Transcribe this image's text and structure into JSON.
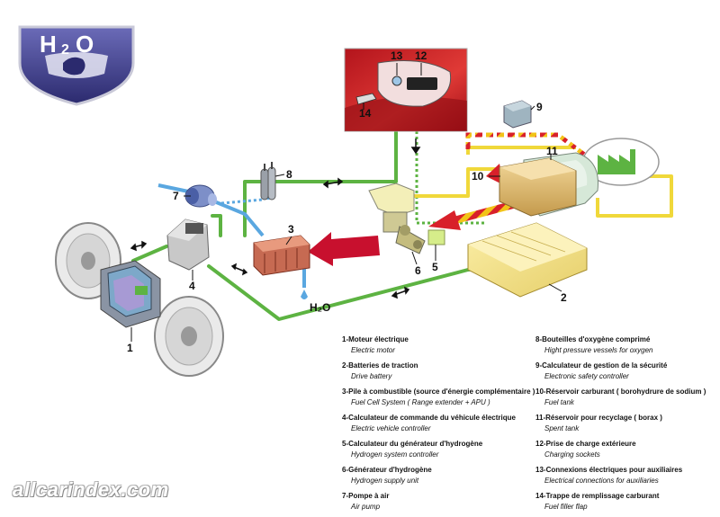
{
  "logo": {
    "h": "H",
    "sub": "2",
    "o": "O"
  },
  "water_output": "H₂O",
  "callouts": [
    "1",
    "2",
    "3",
    "4",
    "5",
    "6",
    "7",
    "8",
    "9",
    "10",
    "11",
    "12",
    "13",
    "14"
  ],
  "legend_left": [
    {
      "fr": "1-Moteur électrique",
      "en": "Electric motor"
    },
    {
      "fr": "2-Batteries de traction",
      "en": "Drive battery"
    },
    {
      "fr": "3-Pile à combustible (source d'énergie complémentaire )",
      "en": "Fuel Cell System ( Range extender + APU )"
    },
    {
      "fr": "4-Calculateur de commande du véhicule électrique",
      "en": "Electric vehicle controller"
    },
    {
      "fr": "5-Calculateur du générateur d'hydrogène",
      "en": "Hydrogen system controller"
    },
    {
      "fr": "6-Générateur d'hydrogène",
      "en": "Hydrogen supply unit"
    },
    {
      "fr": "7-Pompe à air",
      "en": "Air pump"
    }
  ],
  "legend_right": [
    {
      "fr": "8-Bouteilles d'oxygène comprimé",
      "en": "Hight pressure vessels for oxygen"
    },
    {
      "fr": "9-Calculateur de gestion de la  sécurité",
      "en": "Electronic safety controller"
    },
    {
      "fr": "10-Réservoir carburant ( borohydrure de sodium )",
      "en": "Fuel tank"
    },
    {
      "fr": "11-Réservoir pour recyclage ( borax )",
      "en": "Spent tank"
    },
    {
      "fr": "12-Prise de charge extérieure",
      "en": "Charging sockets"
    },
    {
      "fr": "13-Connexions électriques pour auxiliaires",
      "en": "Electrical connections for auxiliaries"
    },
    {
      "fr": "14-Trappe de remplissage carburant",
      "en": "Fuel filler flap"
    }
  ],
  "watermark": "allcarindex.com",
  "colors": {
    "wire_green": "#5db342",
    "fuel_yellow": "#f0d83a",
    "flow_red": "#c8102e",
    "air_blue": "#5aa7e0",
    "badge_purple": "#3c3a8c"
  }
}
